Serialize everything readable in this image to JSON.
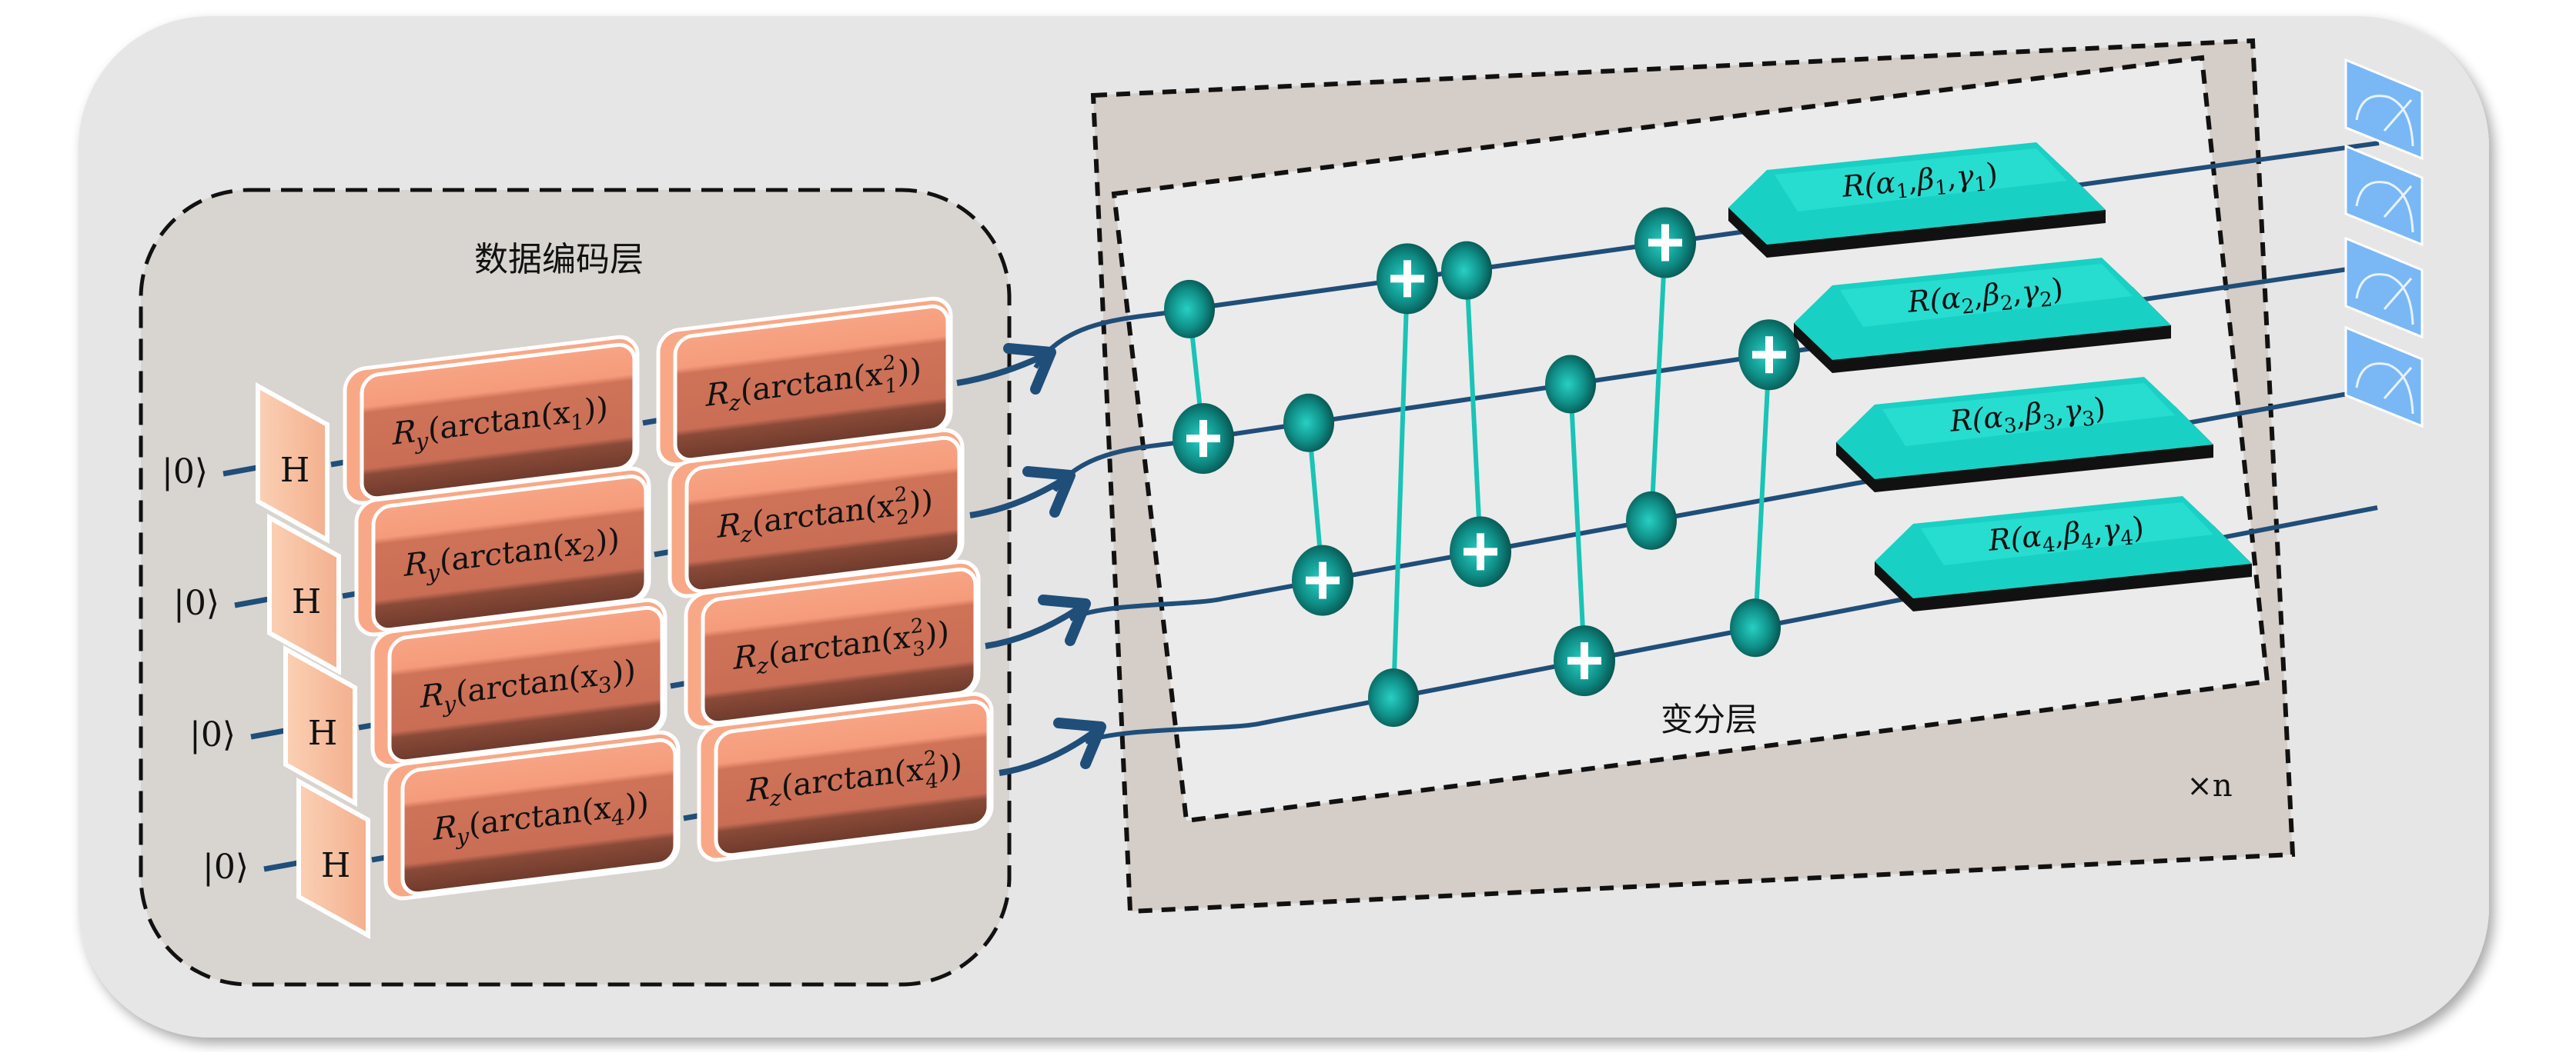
{
  "encoding_layer": {
    "title": "数据编码层",
    "rows": [
      {
        "input": "|0⟩",
        "hadamard": "H",
        "ry": {
          "prefix": "R",
          "sub": "y",
          "arg": "(arctan(x",
          "idx": "1",
          "close": "))"
        },
        "rz": {
          "prefix": "R",
          "sub": "z",
          "arg": "(arctan(x",
          "idx": "1",
          "sup": "2",
          "close": "))"
        }
      },
      {
        "input": "|0⟩",
        "hadamard": "H",
        "ry": {
          "prefix": "R",
          "sub": "y",
          "arg": "(arctan(x",
          "idx": "2",
          "close": "))"
        },
        "rz": {
          "prefix": "R",
          "sub": "z",
          "arg": "(arctan(x",
          "idx": "2",
          "sup": "2",
          "close": "))"
        }
      },
      {
        "input": "|0⟩",
        "hadamard": "H",
        "ry": {
          "prefix": "R",
          "sub": "y",
          "arg": "(arctan(x",
          "idx": "3",
          "close": "))"
        },
        "rz": {
          "prefix": "R",
          "sub": "z",
          "arg": "(arctan(x",
          "idx": "3",
          "sup": "2",
          "close": "))"
        }
      },
      {
        "input": "|0⟩",
        "hadamard": "H",
        "ry": {
          "prefix": "R",
          "sub": "y",
          "arg": "(arctan(x",
          "idx": "4",
          "close": "))"
        },
        "rz": {
          "prefix": "R",
          "sub": "z",
          "arg": "(arctan(x",
          "idx": "4",
          "sup": "2",
          "close": "))"
        }
      }
    ]
  },
  "variational_layer": {
    "title": "变分层",
    "repeat_label": "×n",
    "rotation_gates": [
      {
        "label": "R(α1,β1,γ1)",
        "params": [
          "α",
          "1",
          "β",
          "1",
          "γ",
          "1"
        ]
      },
      {
        "label": "R(α2,β2,γ2)",
        "params": [
          "α",
          "2",
          "β",
          "2",
          "γ",
          "2"
        ]
      },
      {
        "label": "R(α3,β3,γ3)",
        "params": [
          "α",
          "3",
          "β",
          "3",
          "γ",
          "3"
        ]
      },
      {
        "label": "R(α4,β4,γ4)",
        "params": [
          "α",
          "4",
          "β",
          "4",
          "γ",
          "4"
        ]
      }
    ],
    "cnots": [
      {
        "control": 1,
        "target": 2
      },
      {
        "control": 2,
        "target": 3
      },
      {
        "control": 4,
        "target": 1
      },
      {
        "control": 1,
        "target": 3
      },
      {
        "control": 2,
        "target": 4
      },
      {
        "control": 3,
        "target": 1
      },
      {
        "control": 4,
        "target": 2
      }
    ]
  },
  "measurement": {
    "count": 4,
    "icon": "measurement-meter-icon"
  },
  "colors": {
    "panel": "#e6e6e6",
    "encoding_box": "#d8d4d0",
    "variational_shade": "#d5cdc7",
    "variational_inner": "#ebebeb",
    "wire": "#1f4e79",
    "gate_orange": "#e8866a",
    "gate_orange_dark": "#c8705a",
    "hadamard": "#f6c2a3",
    "teal": "#1fb8b0",
    "teal_dark": "#0a6e6a",
    "rot_gate": "#1fd3c6",
    "meter": "#7ab8f5"
  }
}
